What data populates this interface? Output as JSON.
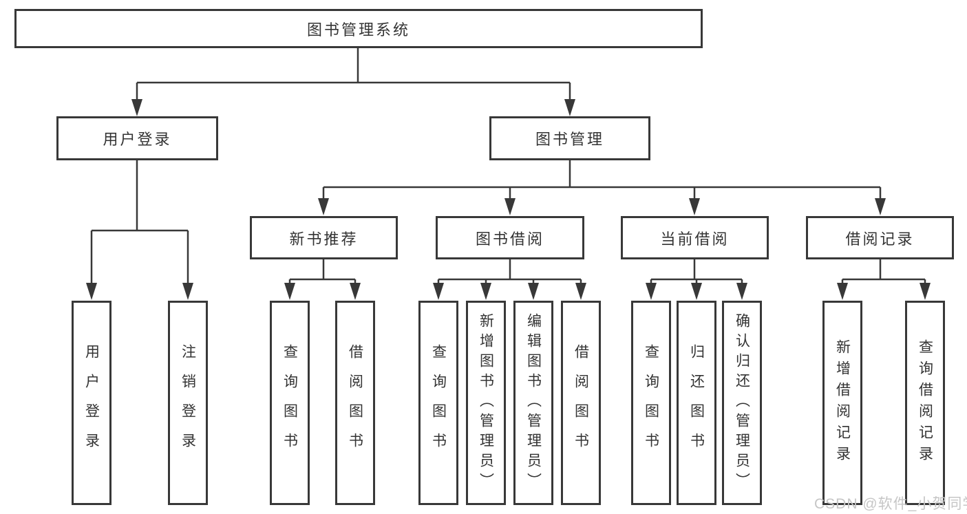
{
  "root": {
    "label": "图书管理系统"
  },
  "level1": [
    {
      "label": "用户登录"
    },
    {
      "label": "图书管理"
    }
  ],
  "level2": [
    {
      "label": "新书推荐"
    },
    {
      "label": "图书借阅"
    },
    {
      "label": "当前借阅"
    },
    {
      "label": "借阅记录"
    }
  ],
  "leaves": {
    "user_login": [
      {
        "label": "用户登录"
      },
      {
        "label": "注销登录"
      }
    ],
    "new_books": [
      {
        "label": "查询图书"
      },
      {
        "label": "借阅图书"
      }
    ],
    "book_borrow": [
      {
        "label": "查询图书"
      },
      {
        "label": "新增图书（管理员）"
      },
      {
        "label": "编辑图书（管理员）"
      },
      {
        "label": "借阅图书"
      }
    ],
    "current_borrow": [
      {
        "label": "查询图书"
      },
      {
        "label": "归还图书"
      },
      {
        "label": "确认归还（管理员）"
      }
    ],
    "borrow_records": [
      {
        "label": "新增借阅记录"
      },
      {
        "label": "查询借阅记录"
      }
    ]
  },
  "watermark": {
    "text": "CSDN @软件_小贺同学"
  },
  "colors": {
    "line": "#383838",
    "text": "#333333",
    "watermark": "#c6c6c6",
    "background": "#ffffff"
  }
}
